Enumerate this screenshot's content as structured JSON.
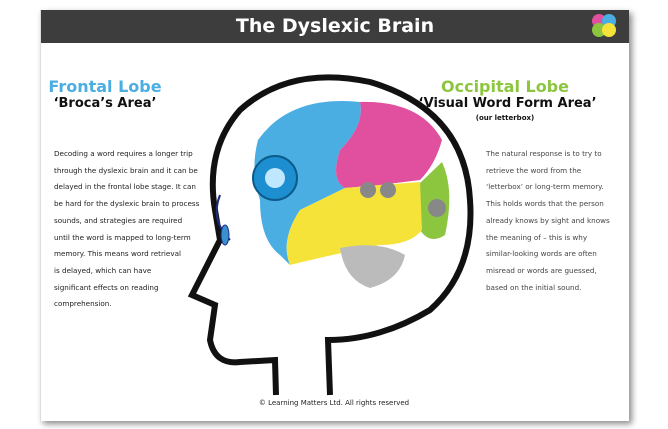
{
  "header": {
    "title": "The Dyslexic Brain",
    "logo_icon": "colorful-brain-logo-icon"
  },
  "frontal": {
    "title": "Frontal Lobe",
    "subtitle": "‘Broca’s Area’",
    "lines": [
      "Decoding a word requires a longer trip",
      "through the dyslexic brain and it can be",
      "delayed in the frontal lobe stage. It can",
      "be hard for the dyslexic brain to process",
      "sounds, and strategies are required",
      "until the word is mapped to long-term",
      "memory. This means word retrieval",
      "is delayed, which can have",
      "significant effects on reading",
      "comprehension."
    ]
  },
  "occipital": {
    "title": "Occipital Lobe",
    "subtitle": "‘Visual Word Form Area’",
    "note": "(our letterbox)",
    "lines": [
      "The natural response is to try to",
      "retrieve the word from the",
      "‘letterbox’ or long-term memory.",
      "This holds words that the person",
      "already knows by sight and knows",
      "the meaning of – this is why",
      "similar-looking words are often",
      "misread or words are guessed,",
      "based on the initial sound."
    ]
  },
  "footer": "© Learning Matters Ltd. All rights reserved",
  "colors": {
    "frontal": "#4aaee3",
    "parietal": "#e0509e",
    "temporal": "#f5e33a",
    "occipital": "#8cc63f",
    "header": "#3d3d3d"
  }
}
